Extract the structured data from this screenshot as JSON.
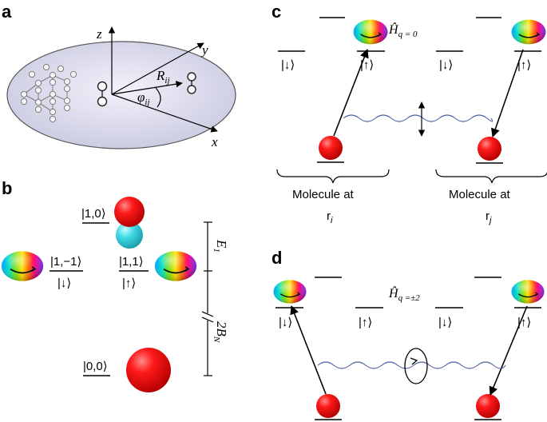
{
  "panels": {
    "a": {
      "label": "a",
      "axis_z": "z",
      "axis_y": "y",
      "axis_x": "x",
      "distance": "R",
      "distance_sub": "ij",
      "angle": "φ",
      "angle_sub": "ij"
    },
    "b": {
      "label": "b",
      "ket_10": "|1,0⟩",
      "ket_1m1": "|1,−1⟩",
      "ket_down": "|↓⟩",
      "ket_11": "|1,1⟩",
      "ket_up": "|↑⟩",
      "ket_00": "|0,0⟩",
      "energy": "E",
      "energy_sub": "1",
      "gap": "2B",
      "gap_sub": "N"
    },
    "c": {
      "label": "c",
      "hamiltonian": "Ĥ",
      "hamiltonian_sub": "q = 0",
      "ket_down_left": "|↓⟩",
      "ket_up_left": "|↑⟩",
      "ket_down_right": "|↓⟩",
      "ket_up_right": "|↑⟩",
      "molecule_left": "Molecule at",
      "pos_left": "r",
      "pos_left_sub": "i",
      "molecule_right": "Molecule at",
      "pos_right": "r",
      "pos_right_sub": "j"
    },
    "d": {
      "label": "d",
      "hamiltonian": "Ĥ",
      "hamiltonian_sub": "q =±2",
      "ket_down_left": "|↓⟩",
      "ket_up_left": "|↑⟩",
      "ket_down_right": "|↓⟩",
      "ket_up_right": "|↑⟩"
    }
  },
  "colors": {
    "disk": "#dcdcec",
    "red_sphere": "#e60000",
    "cyan_lobe": "#38d6e0",
    "wave": "#4a5fa8"
  }
}
